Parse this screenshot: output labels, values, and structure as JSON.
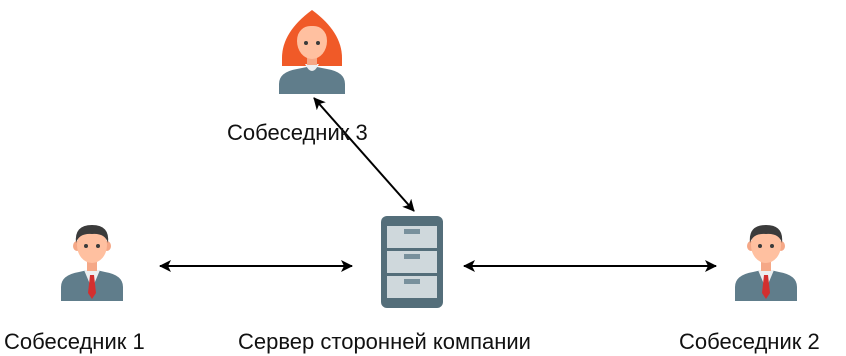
{
  "nodes": {
    "person_1": {
      "label": "Собеседник 1",
      "icon": "male-user-icon"
    },
    "person_2": {
      "label": "Собеседник 2",
      "icon": "male-user-icon"
    },
    "person_3": {
      "label": "Собеседник 3",
      "icon": "female-user-icon"
    },
    "server": {
      "label": "Сервер сторонней компании",
      "icon": "file-cabinet-icon"
    }
  },
  "edges": [
    {
      "from": "person_1",
      "to": "server",
      "style": "double-arrow"
    },
    {
      "from": "server",
      "to": "person_2",
      "style": "double-arrow"
    },
    {
      "from": "person_3",
      "to": "server",
      "style": "double-arrow"
    }
  ],
  "colors": {
    "skin": "#FFC0A0",
    "hair_male": "#3B3B3B",
    "hair_female": "#F05A28",
    "suit": "#607D8B",
    "shirt": "#ECEFF1",
    "tie": "#D32F2F",
    "cabinet": "#546E7A",
    "drawer": "#CFD8DC",
    "arrow": "#000000"
  }
}
